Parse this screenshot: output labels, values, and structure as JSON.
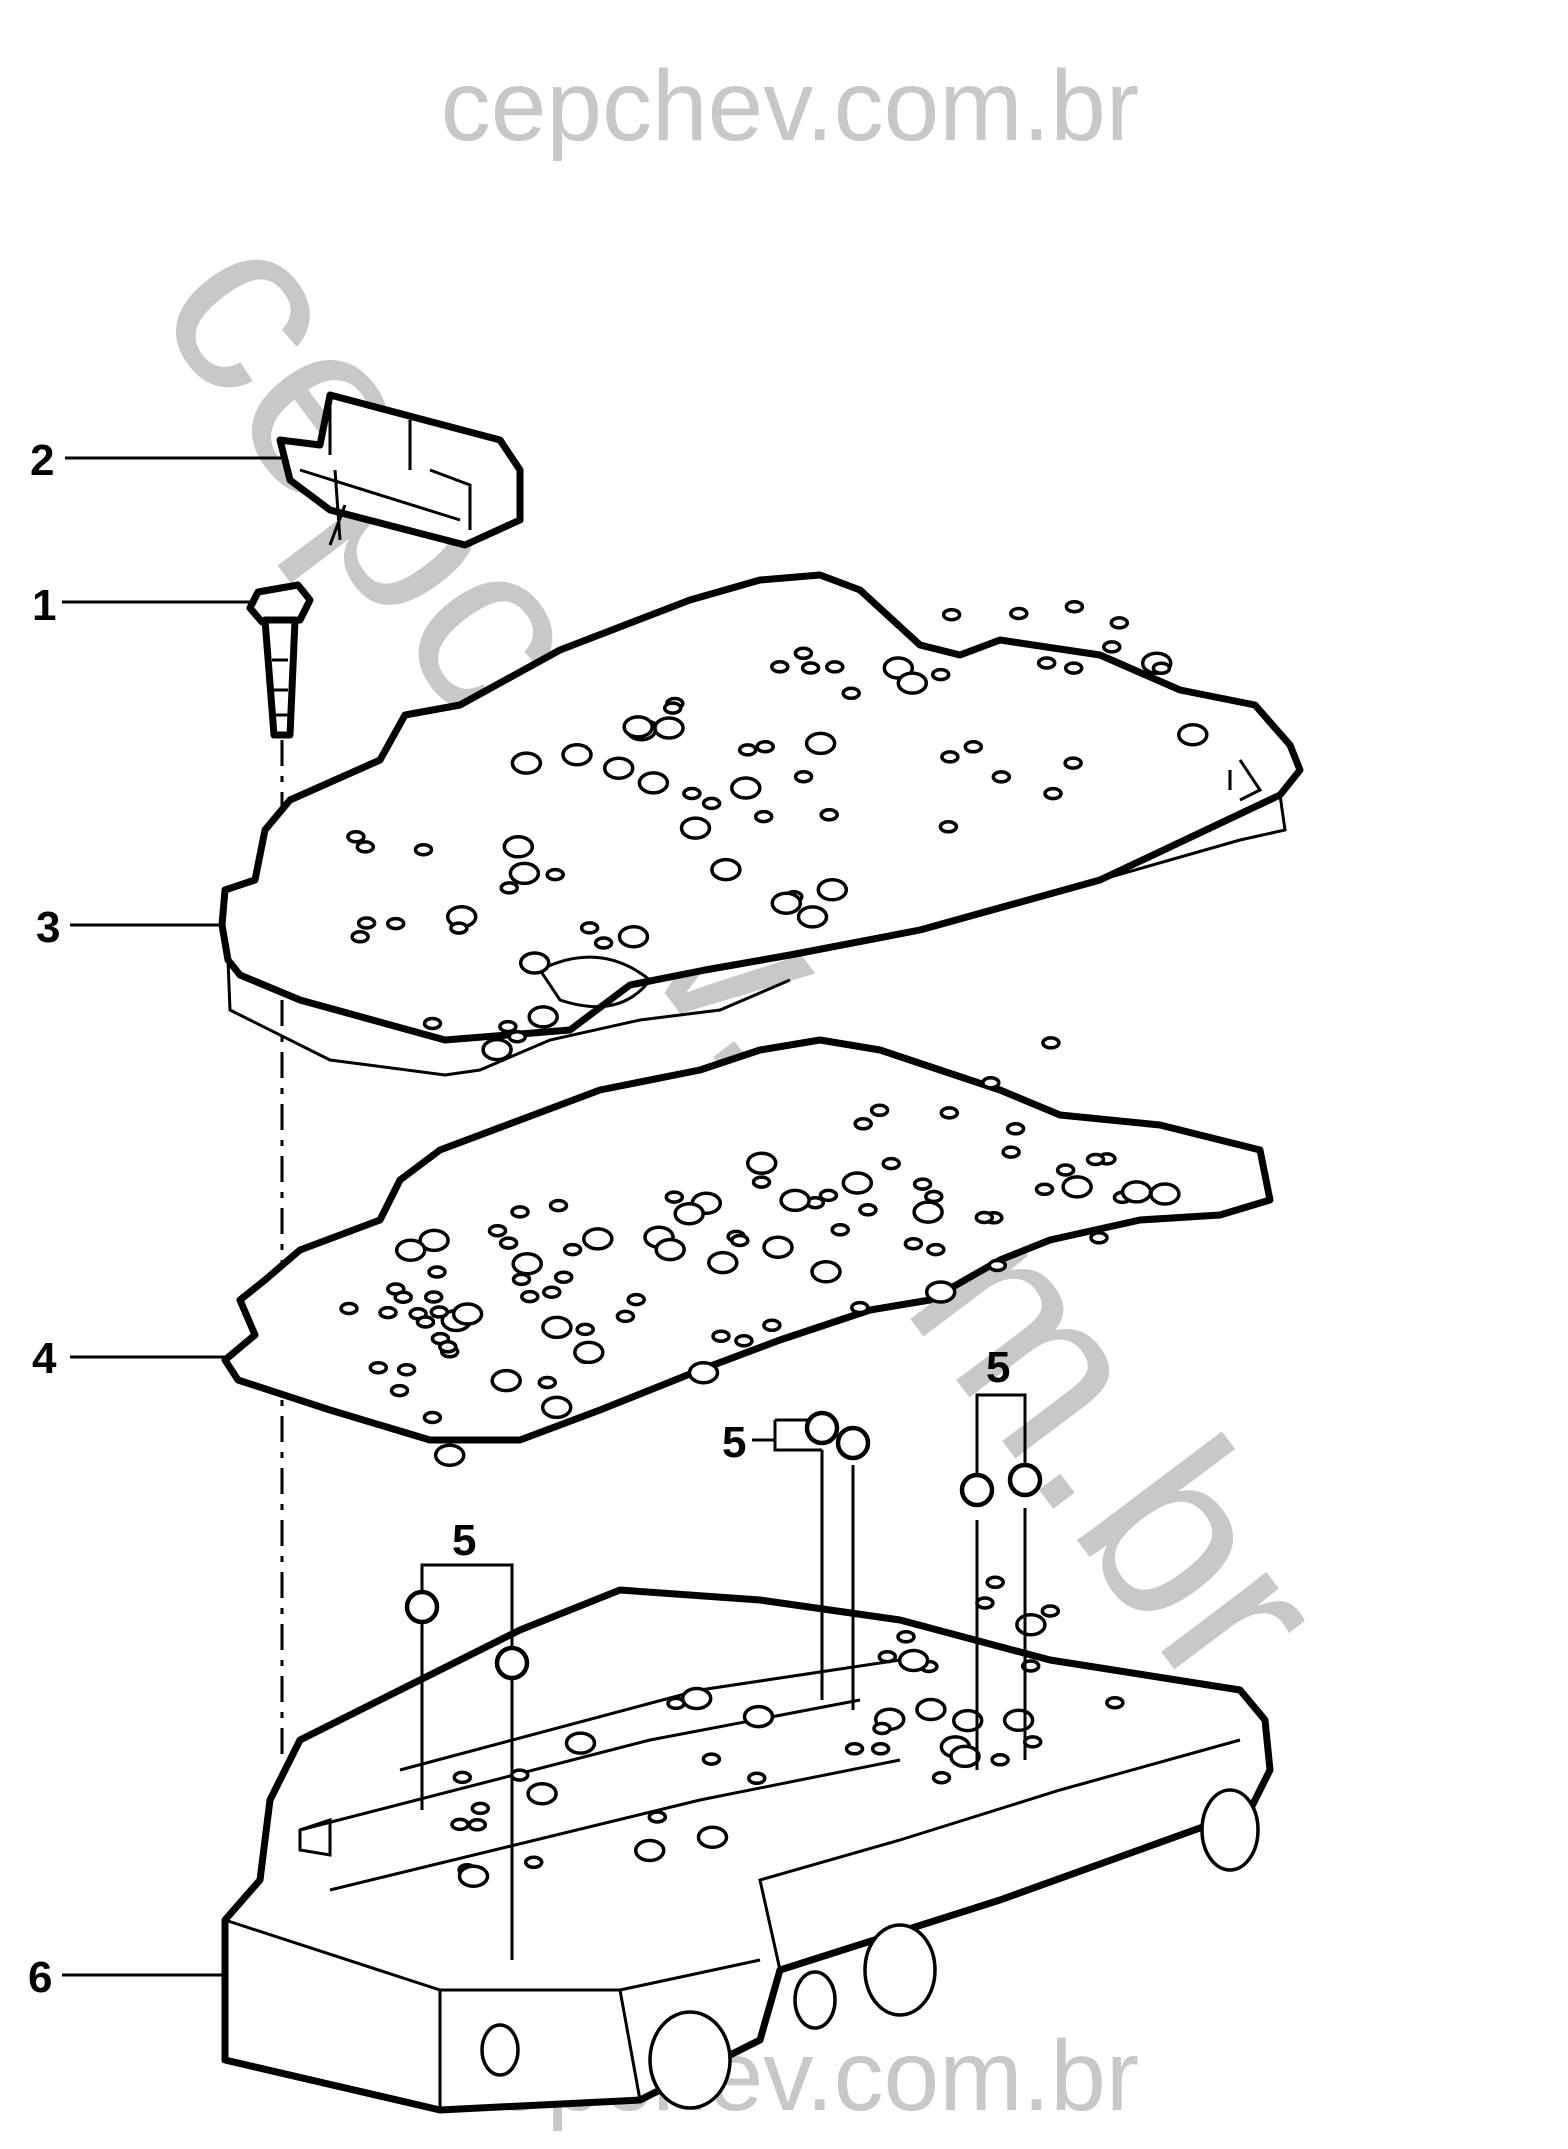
{
  "watermark": {
    "text": "cepchev.com.br",
    "color": "#c8c8c8"
  },
  "callouts": {
    "c1": "1",
    "c2": "2",
    "c3": "3",
    "c4": "4",
    "c5a": "5",
    "c5b": "5",
    "c5c": "5",
    "c6": "6"
  },
  "colors": {
    "line": "#000000",
    "background": "#ffffff"
  }
}
